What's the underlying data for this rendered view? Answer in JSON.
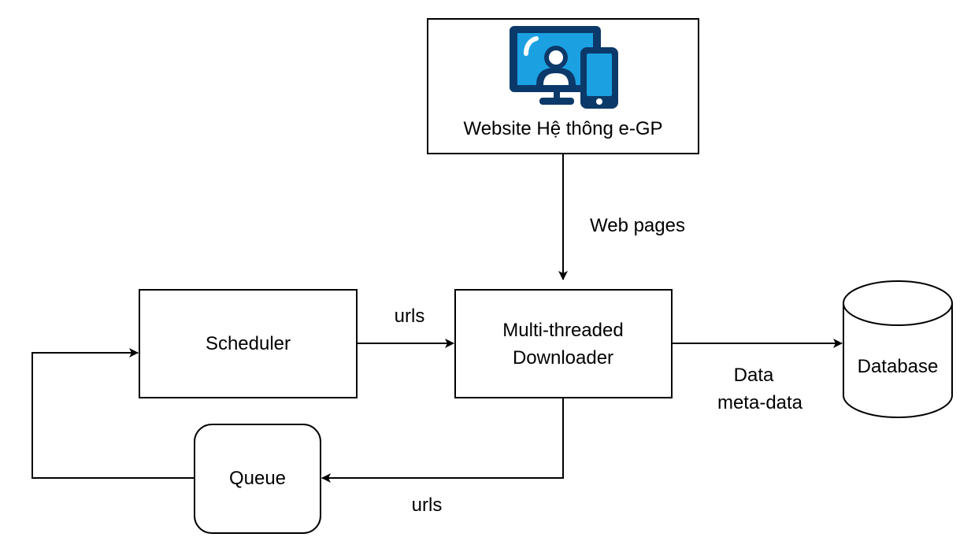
{
  "colors": {
    "stroke": "#000000",
    "background": "#ffffff",
    "icon_dark": "#0b3a6a",
    "icon_light": "#1ba1e2"
  },
  "nodes": {
    "website": {
      "label": "Website Hệ thông e-GP",
      "icon": "devices-user-icon"
    },
    "scheduler": {
      "label": "Scheduler"
    },
    "downloader": {
      "label_line1": "Multi-threaded",
      "label_line2": "Downloader"
    },
    "database": {
      "label": "Database"
    },
    "queue": {
      "label": "Queue"
    }
  },
  "edges": {
    "web_pages": "Web pages",
    "urls_to_downloader": "urls",
    "urls_to_queue": "urls",
    "data_line1": "Data",
    "data_line2": "meta-data"
  }
}
